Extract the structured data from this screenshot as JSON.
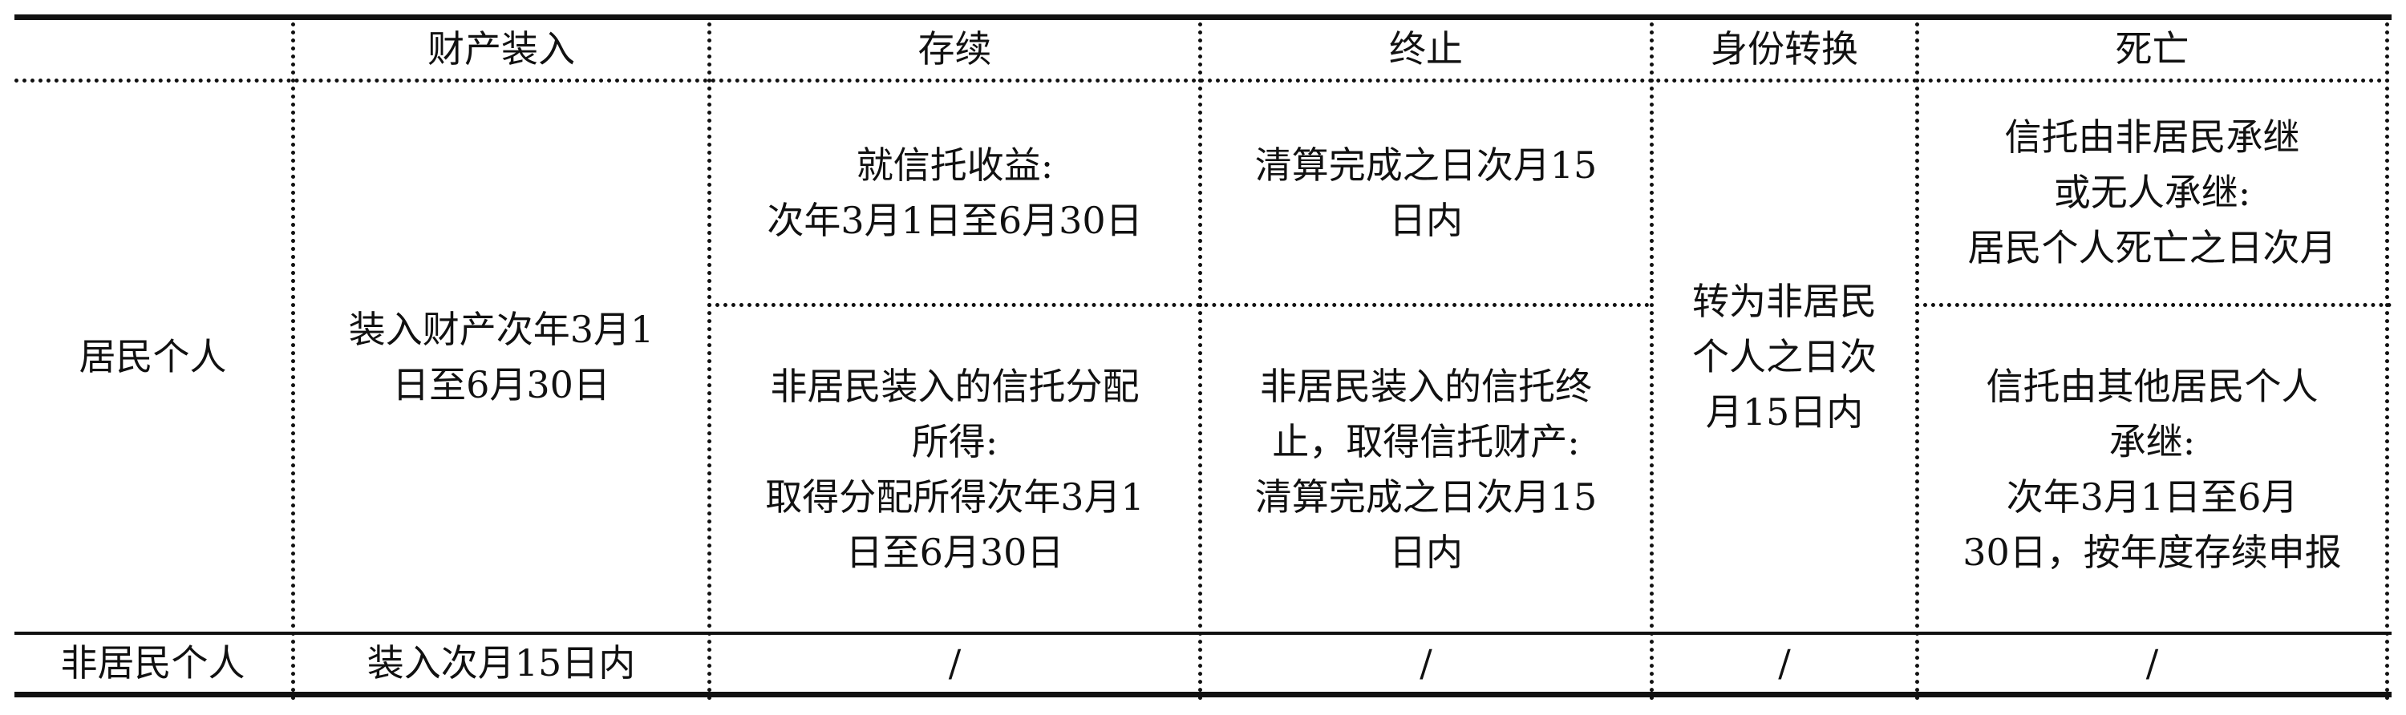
{
  "table": {
    "headers": {
      "blank": "",
      "property_in": "财产装入",
      "existence": "存续",
      "termination": "终止",
      "identity_change": "身份转换",
      "death": "死亡"
    },
    "resident": {
      "label": "居民个人",
      "property_in": "装入财产次年3月1\n日至6月30日",
      "existence_trust_income": "就信托收益:\n次年3月1日至6月30日",
      "existence_nonresident_distribution": "非居民装入的信托分配\n所得:\n取得分配所得次年3月1\n日至6月30日",
      "termination_settlement": "清算完成之日次月15\n日内",
      "termination_nonresident": "非居民装入的信托终\n止，取得信托财产:\n清算完成之日次月15\n日内",
      "identity_change": "转为非居民\n个人之日次\n月15日内",
      "death_nonresident_heir": "信托由非居民承继\n或无人承继:\n居民个人死亡之日次月",
      "death_resident_heir": "信托由其他居民个人\n承继:\n次年3月1日至6月\n30日，按年度存续申报"
    },
    "nonresident": {
      "label": "非居民个人",
      "property_in": "装入次月15日内",
      "existence": "/",
      "termination": "/",
      "identity_change": "/",
      "death": "/"
    }
  }
}
